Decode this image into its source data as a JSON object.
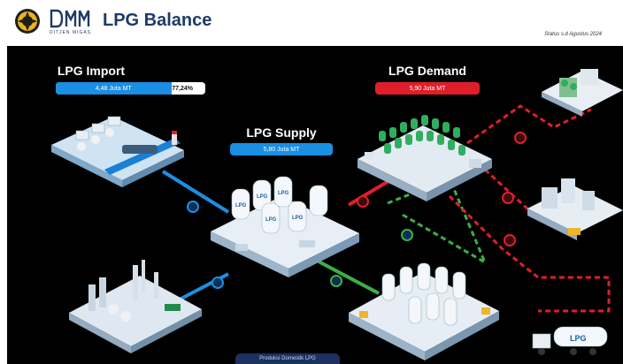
{
  "header": {
    "title": "LPG Balance",
    "brand_sub": "DITJEN MIGAS",
    "status": "Status s.d Agustus 2024"
  },
  "import": {
    "title": "LPG Import",
    "value": "4,48 Juta MT",
    "share_label": "77,24%",
    "share": 0.7724,
    "color": "#1a8fe3"
  },
  "supply": {
    "title": "LPG Supply",
    "value": "5,80 Juta MT",
    "color": "#1a8fe3"
  },
  "demand": {
    "title": "LPG Demand",
    "value": "5,90 Juta MT",
    "color": "#e01e2b"
  },
  "bottom_tab": {
    "label": "Produksi Domestik LPG"
  },
  "icons": {
    "plant_badge": "lpg-plant-icon",
    "tank_label": "LPG"
  },
  "colors": {
    "background": "#000000",
    "import_link": "#1a8fe3",
    "demand_link": "#e01e2b",
    "domestic_link": "#3cb043",
    "title": "#1f3a68"
  }
}
